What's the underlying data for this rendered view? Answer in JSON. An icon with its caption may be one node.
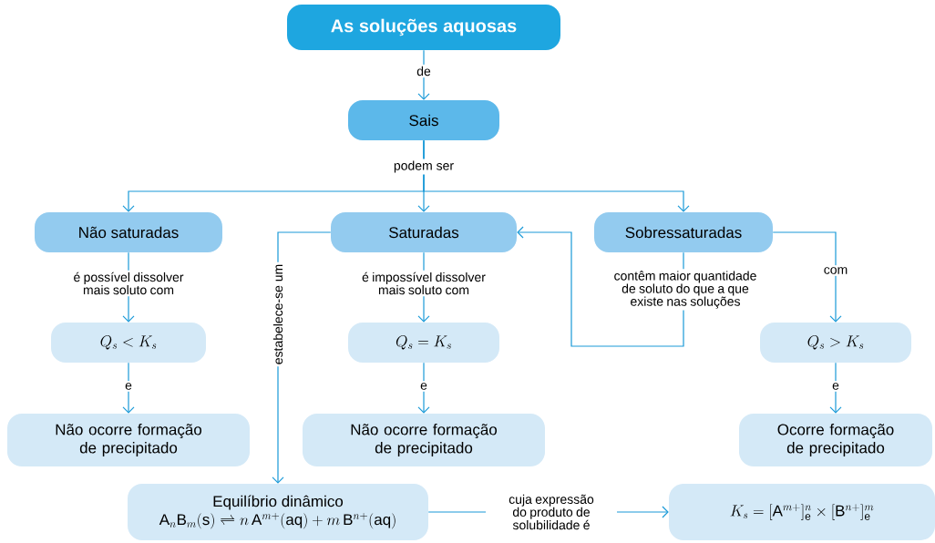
{
  "diagram": {
    "nodes": [
      {
        "text": [
          "As soluções aquosas"
        ]
      },
      {
        "text": [
          "Sais"
        ]
      },
      {
        "text": [
          "Não saturadas"
        ]
      },
      {
        "text": [
          "Saturadas"
        ]
      },
      {
        "text": [
          "Sobressaturadas"
        ]
      },
      {
        "text": [
          "Q_{s} < K_{s}"
        ]
      },
      {
        "text": [
          "Q_{s} = K_{s}"
        ]
      },
      {
        "text": [
          "Q_{s} > K_{s}"
        ]
      },
      {
        "text": [
          "Não ocorre formação de precipitado"
        ]
      },
      {
        "text": [
          "Não ocorre formação de precipitado"
        ]
      },
      {
        "text": [
          "Ocorre formação de precipitado"
        ]
      },
      {
        "text": [
          "Equilíbrio dinâmico",
          "\\mathrm{A}_{n}\\mathrm{B}_{m}(\\mathrm{s}) \\rightleftharpoons n\\,\\mathrm{A}^{m+}(\\mathrm{aq}) + m\\,\\mathrm{B}^{n+}(\\mathrm{aq})"
        ]
      },
      {
        "text": [
          "K_{s} = [\\mathrm{A}^{m+}]_{\\mathrm{e}}^{n} \\times [\\mathrm{B}^{n+}]_{\\mathrm{e}}^{m}"
        ]
      }
    ],
    "edges": [
      {
        "from": 0,
        "to": 1,
        "arrow": "to",
        "label": "de"
      },
      {
        "from": 1,
        "to": 2,
        "arrow": "to"
      },
      {
        "from": 1,
        "to": 3,
        "arrow": "to",
        "label": "podem ser"
      },
      {
        "from": 1,
        "to": 4,
        "arrow": "to"
      },
      {
        "from": 2,
        "to": 5,
        "arrow": "to",
        "label": "é possível dissolver mais soluto com"
      },
      {
        "from": 3,
        "to": 6,
        "arrow": "to",
        "label": "é impossível dissolver mais soluto com"
      },
      {
        "from": 4,
        "to": 3,
        "arrow": "to",
        "label": "contêm maior quantidade de soluto do que a que existe nas soluções"
      },
      {
        "from": 4,
        "to": 7,
        "arrow": "to",
        "label": "com"
      },
      {
        "from": 5,
        "to": 8,
        "arrow": "to",
        "label": "e"
      },
      {
        "from": 6,
        "to": 9,
        "arrow": "to",
        "label": "e"
      },
      {
        "from": 7,
        "to": 10,
        "arrow": "to",
        "label": "e"
      },
      {
        "from": 3,
        "to": 11,
        "arrow": "to",
        "label": "estabelece-se um"
      },
      {
        "from": 11,
        "to": 12,
        "arrow": "to",
        "label": "cuja expressão do produto de solubilidade é"
      }
    ]
  }
}
